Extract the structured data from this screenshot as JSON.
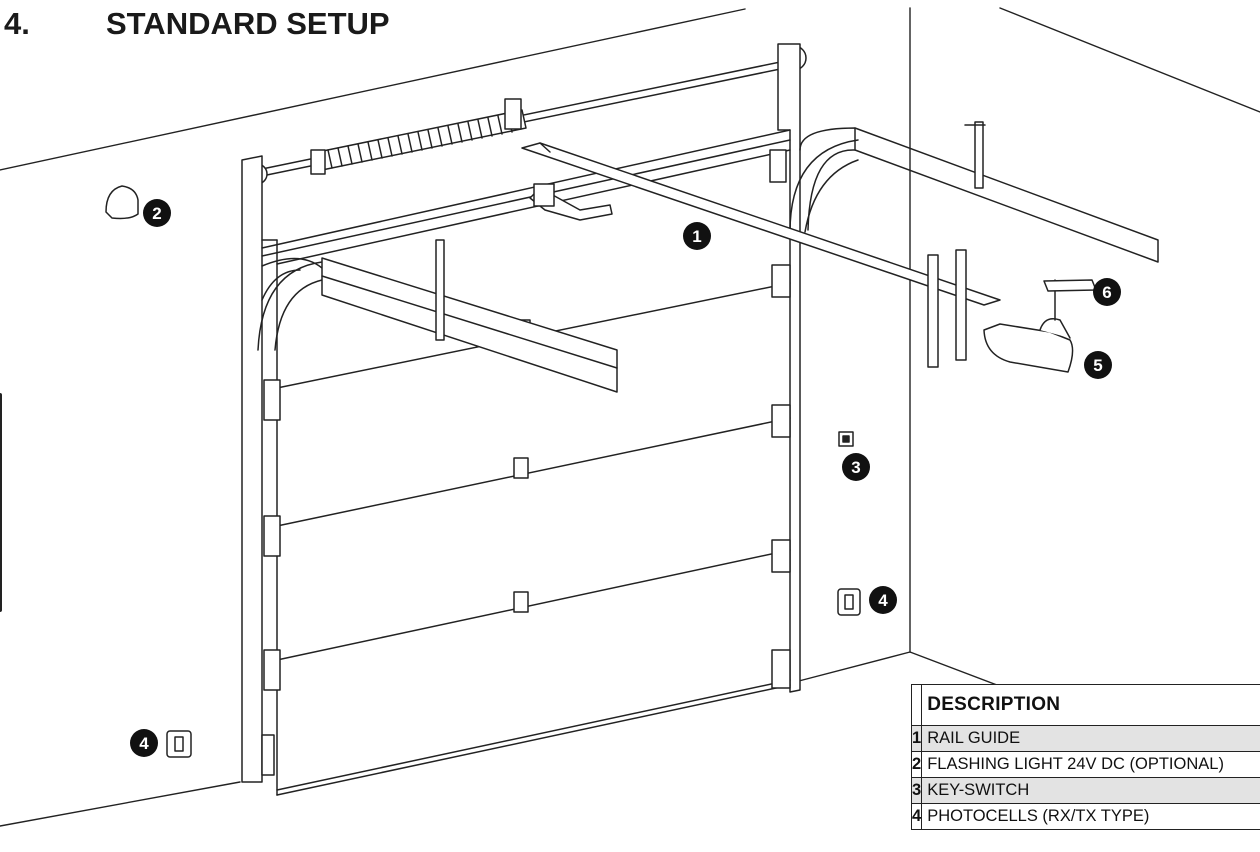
{
  "section": {
    "number": "4.",
    "title": "STANDARD SETUP"
  },
  "callouts": [
    "1",
    "2",
    "3",
    "4",
    "4",
    "5",
    "6"
  ],
  "legend": {
    "header": "DESCRIPTION",
    "rows": [
      {
        "num": "1",
        "text": "RAIL GUIDE"
      },
      {
        "num": "2",
        "text": "FLASHING LIGHT 24V DC (OPTIONAL)"
      },
      {
        "num": "3",
        "text": "KEY-SWITCH"
      },
      {
        "num": "4",
        "text": "PHOTOCELLS (RX/TX TYPE)"
      }
    ]
  }
}
